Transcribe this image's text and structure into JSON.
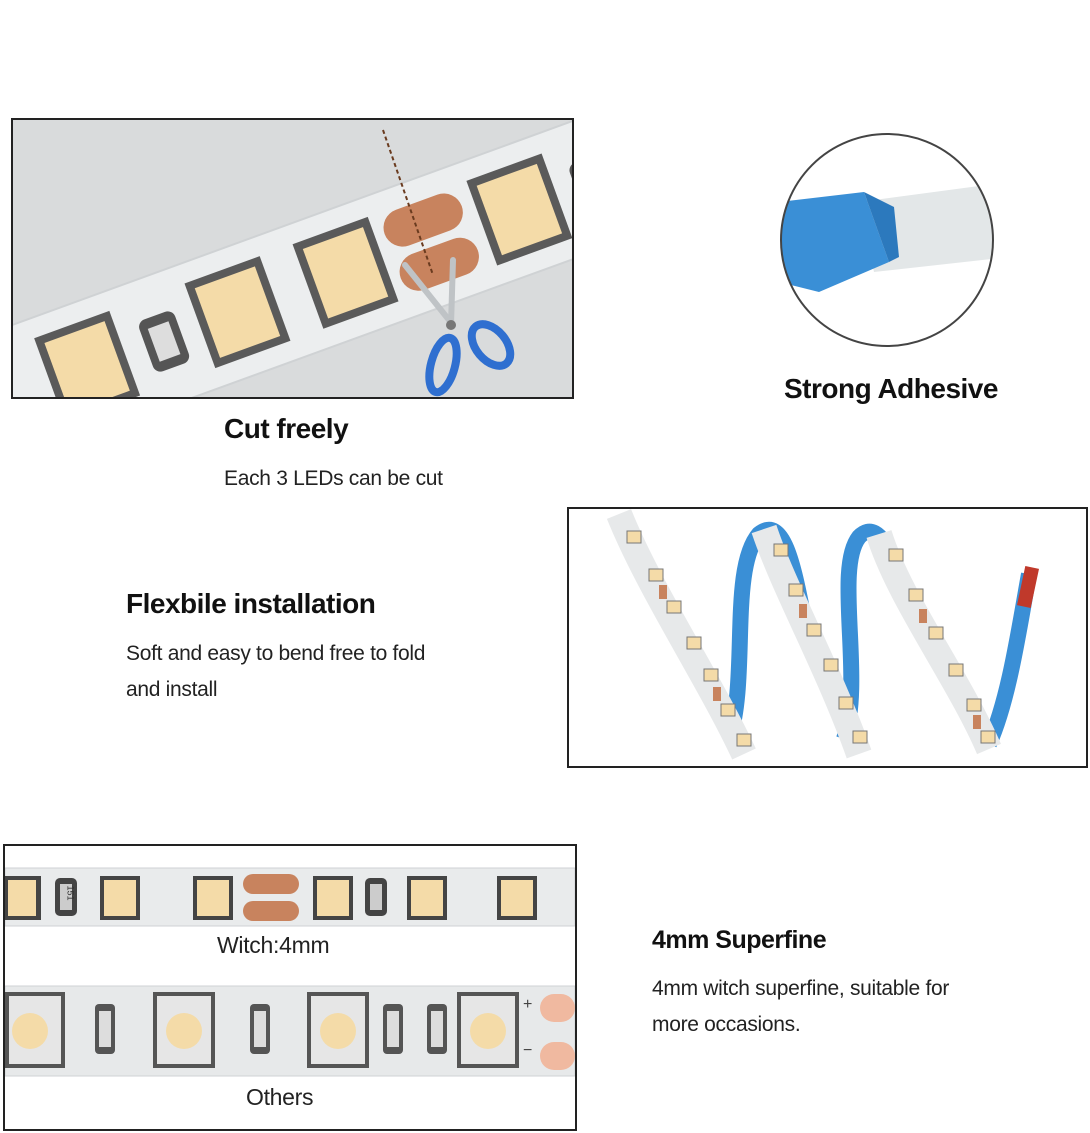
{
  "cut": {
    "title": "Cut freely",
    "desc": "Each 3 LEDs can be cut",
    "icon": "scissors-icon"
  },
  "adhesive": {
    "title": "Strong Adhesive"
  },
  "flex": {
    "title": "Flexbile installation",
    "desc_line1": "Soft and easy to bend free to fold",
    "desc_line2": "and install"
  },
  "superfine": {
    "title": "4mm Superfine",
    "desc_line1": "4mm witch superfine, suitable for",
    "desc_line2": "more occasions."
  },
  "compare": {
    "thin_label": "Witch:4mm",
    "others_label": "Others",
    "resistor_text": "151",
    "plus_sign": "+",
    "minus_sign": "−"
  },
  "colors": {
    "led": "#f4dba8",
    "strip": "#e9ebec",
    "pad": "#c8835e",
    "tape_blue": "#3a8fd6"
  }
}
